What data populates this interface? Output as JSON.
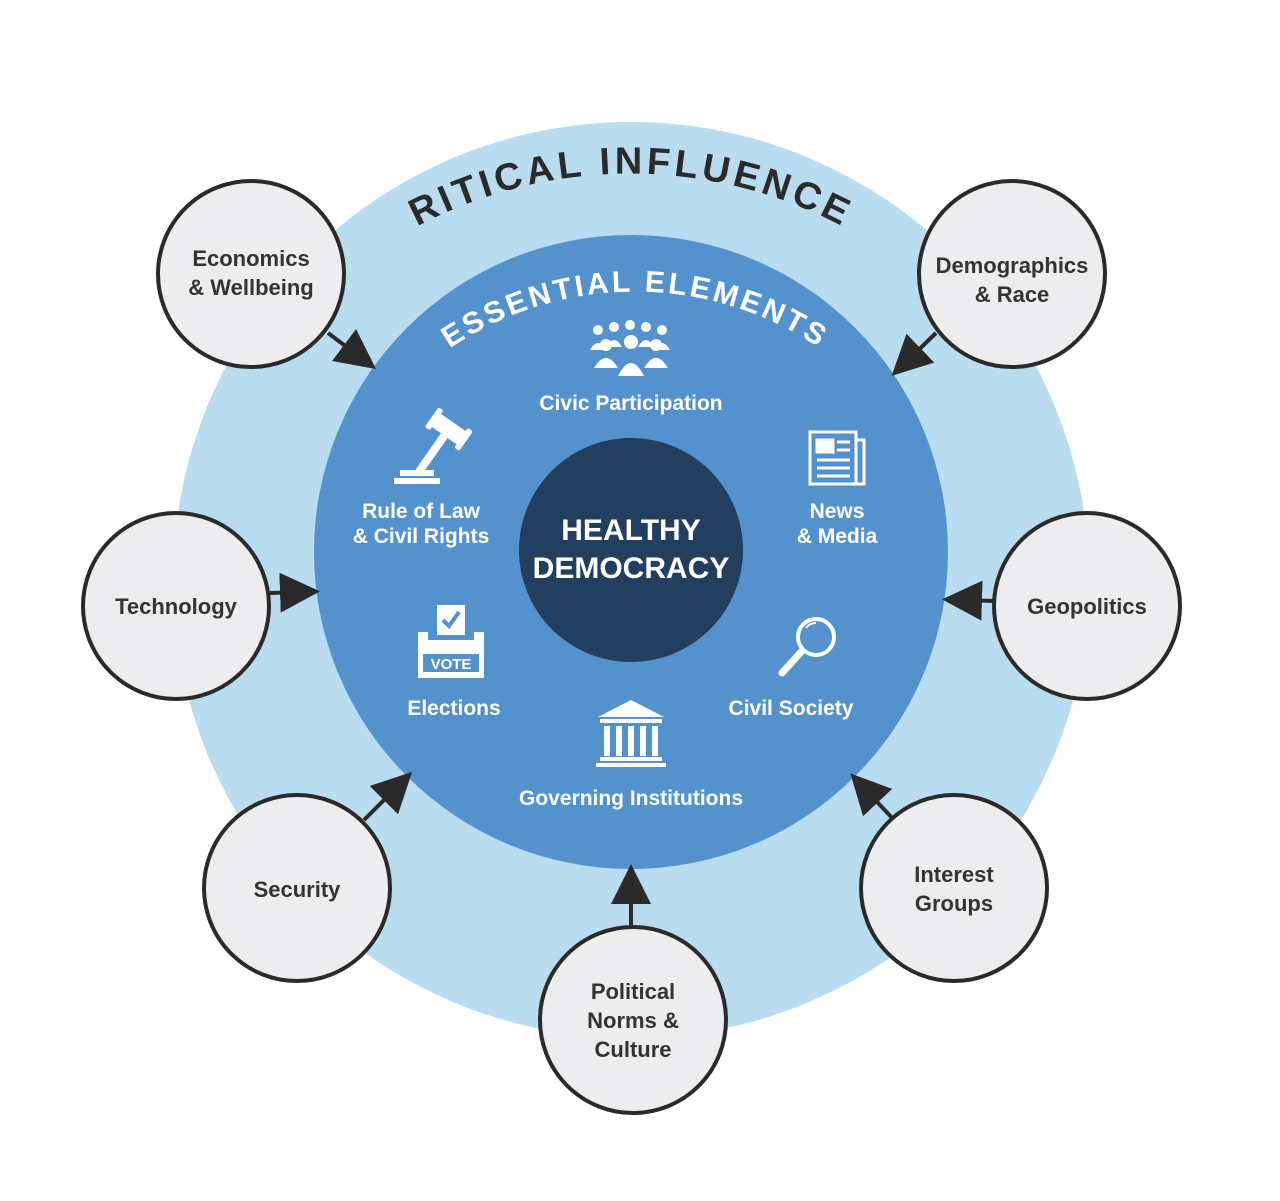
{
  "outer_ring": {
    "title": "CRITICAL INFLUENCES",
    "color": "#b9dcf0"
  },
  "inner_ring": {
    "title": "ESSENTIAL ELEMENTS",
    "color": "#5492cd"
  },
  "center": {
    "line1": "HEALTHY",
    "line2": "DEMOCRACY",
    "color": "#233f60"
  },
  "elements": {
    "civic_participation": "Civic Participation",
    "news_media_1": "News",
    "news_media_2": "& Media",
    "civil_society": "Civil Society",
    "governing_institutions": "Governing Institutions",
    "elections": "Elections",
    "rule_of_law_1": "Rule of Law",
    "rule_of_law_2": "& Civil Rights",
    "vote_label": "VOTE"
  },
  "influences": {
    "economics_1": "Economics",
    "economics_2": "& Wellbeing",
    "demographics_1": "Demographics",
    "demographics_2": "& Race",
    "technology": "Technology",
    "geopolitics": "Geopolitics",
    "security": "Security",
    "interest_groups_1": "Interest",
    "interest_groups_2": "Groups",
    "political_1": "Political",
    "political_2": "Norms &",
    "political_3": "Culture"
  },
  "colors": {
    "influence_fill": "#ededef",
    "influence_stroke": "#2a2a2a",
    "arrow": "#2a2a2a"
  }
}
